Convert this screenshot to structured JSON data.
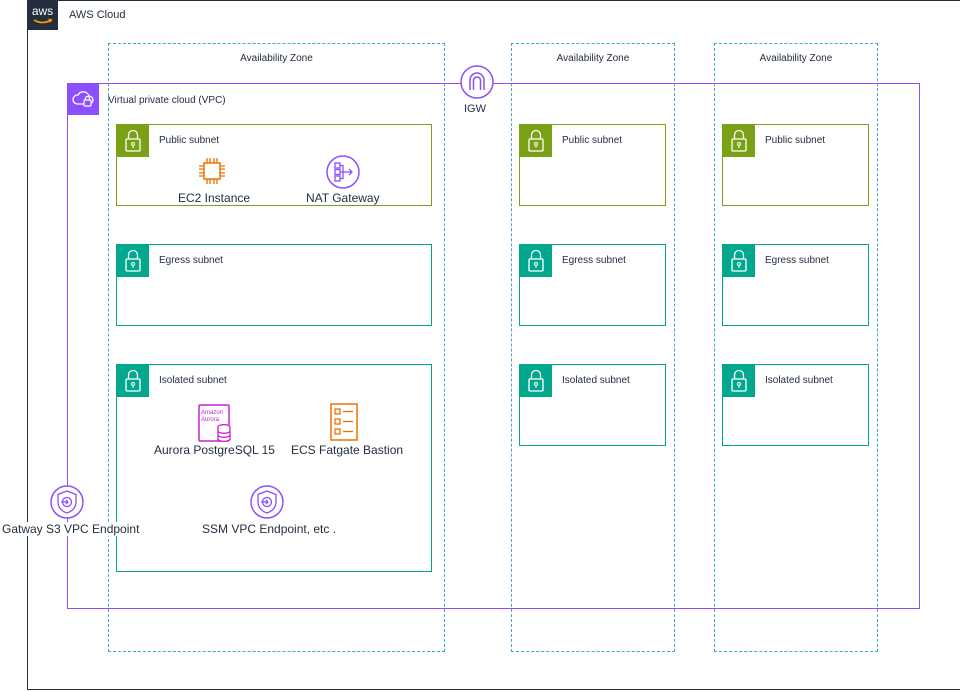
{
  "cloud": {
    "label": "AWS Cloud",
    "logo_text": "aws"
  },
  "availability_zones": [
    "Availability Zone",
    "Availability Zone",
    "Availability Zone"
  ],
  "vpc": {
    "label": "Virtual private cloud (VPC)"
  },
  "igw": {
    "label": "IGW"
  },
  "subnets": {
    "public": "Public subnet",
    "egress": "Egress subnet",
    "isolated": "Isolated subnet"
  },
  "resources": {
    "ec2": "EC2 Instance",
    "nat": "NAT Gateway",
    "aurora": "Aurora PostgreSQL 15",
    "aurora_icon_text": [
      "Amazon",
      "Aurora"
    ],
    "ecs": "ECS Fatgate Bastion",
    "ssm": "SSM VPC Endpoint, etc .",
    "s3": "Gatway S3 VPC Endpoint"
  },
  "colors": {
    "aws_dark": "#232f3e",
    "az_border": "#3fa9c4",
    "vpc_purple": "#8c4fff",
    "public_green": "#7aa116",
    "private_teal": "#01a88d",
    "compute_orange": "#ed7100",
    "database_magenta": "#c925d1"
  },
  "icons": [
    "aws-logo",
    "vpc-icon",
    "lock-icon",
    "ec2-chip-icon",
    "nat-gateway-icon",
    "internet-gateway-icon",
    "aurora-icon",
    "ecs-task-icon",
    "vpc-endpoint-icon"
  ]
}
